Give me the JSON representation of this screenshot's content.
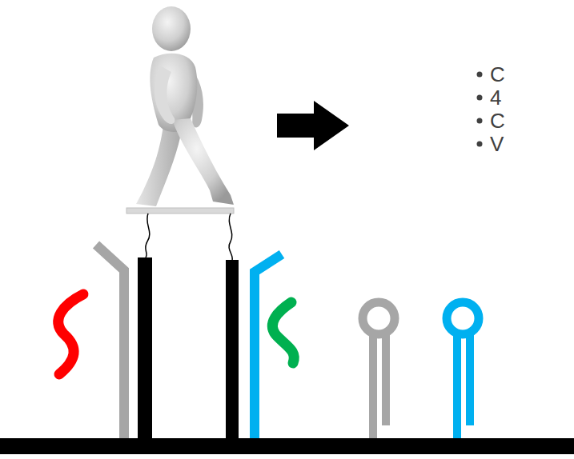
{
  "diagram": {
    "labels": [
      "C",
      "4",
      "C",
      "V"
    ]
  }
}
